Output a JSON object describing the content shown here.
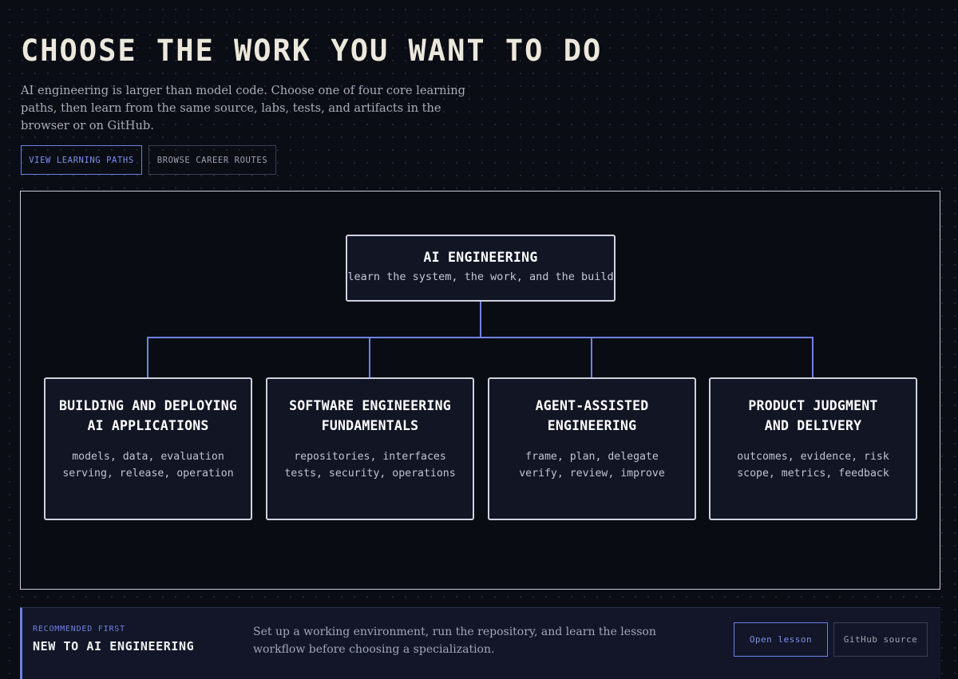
{
  "hero": {
    "title": "CHOOSE THE WORK YOU WANT TO DO",
    "description": "AI engineering is larger than model code. Choose one of four core learning paths, then learn from the same source, labs, tests, and artifacts in the browser or on GitHub.",
    "primary_button": "VIEW LEARNING PATHS",
    "secondary_button": "BROWSE CAREER ROUTES"
  },
  "diagram": {
    "root": {
      "title": "AI ENGINEERING",
      "subtitle": "learn the system, the work, and the build"
    },
    "children": [
      {
        "title_lines": [
          "BUILDING AND DEPLOYING",
          "AI APPLICATIONS"
        ],
        "desc_lines": [
          "models, data, evaluation",
          "serving, release, operation"
        ]
      },
      {
        "title_lines": [
          "SOFTWARE ENGINEERING",
          "FUNDAMENTALS"
        ],
        "desc_lines": [
          "repositories, interfaces",
          "tests, security, operations"
        ]
      },
      {
        "title_lines": [
          "AGENT-ASSISTED",
          "ENGINEERING"
        ],
        "desc_lines": [
          "frame, plan, delegate",
          "verify, review, improve"
        ]
      },
      {
        "title_lines": [
          "PRODUCT JUDGMENT",
          "AND DELIVERY"
        ],
        "desc_lines": [
          "outcomes, evidence, risk",
          "scope, metrics, feedback"
        ]
      }
    ]
  },
  "recommended": {
    "eyebrow": "RECOMMENDED FIRST",
    "title": "NEW TO AI ENGINEERING",
    "description": "Set up a working environment, run the repository, and learn the lesson workflow before choosing a specialization.",
    "primary_button": "Open lesson",
    "secondary_button": "GitHub source"
  },
  "colors": {
    "background": "#0b0d15",
    "accent": "#6b7fe8",
    "node_border": "#cdd2de",
    "node_fill": "#111524"
  }
}
